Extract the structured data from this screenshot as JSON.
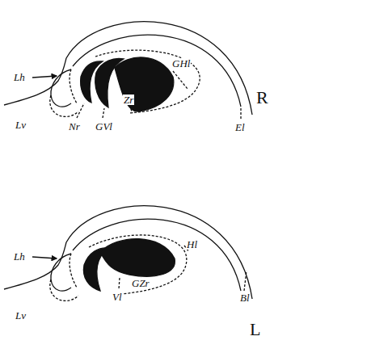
{
  "diagram": {
    "labels": [
      "Lh",
      "Lv",
      "Nr",
      "GVl",
      "Zr",
      "GHl",
      "El",
      "R",
      "Lh",
      "Lv",
      "Vl",
      "GZr",
      "Hl",
      "Bl",
      "L"
    ]
  }
}
